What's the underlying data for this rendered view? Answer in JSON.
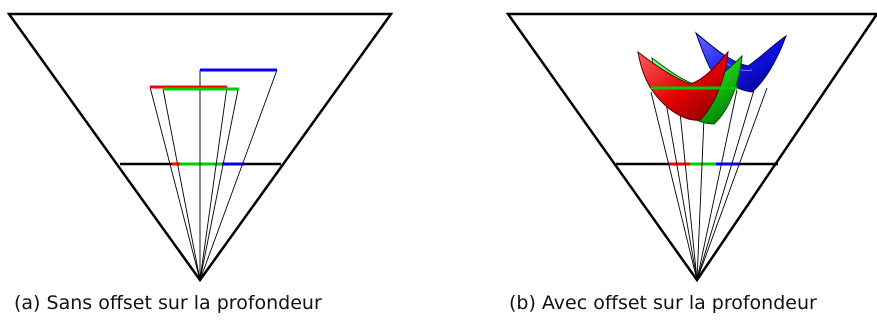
{
  "panels": [
    {
      "id": "a",
      "caption": "(a) Sans offset sur la profondeur",
      "surfaces": "flat",
      "colors": [
        "#ff0000",
        "#00cc00",
        "#0000ff"
      ]
    },
    {
      "id": "b",
      "caption": "(b) Avec offset sur la profondeur",
      "surfaces": "curved",
      "colors": [
        "#ff0000",
        "#00cc00",
        "#0000ff"
      ]
    }
  ]
}
